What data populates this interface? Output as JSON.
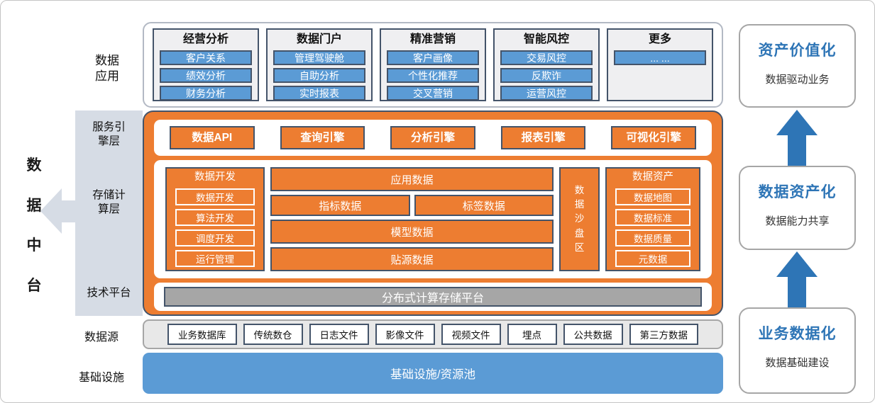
{
  "left_rail": {
    "vertical_title": "数据中台",
    "vertical_title_chars": [
      "数",
      "据",
      "中",
      "台"
    ],
    "data_app_label": {
      "line1": "数据",
      "line2": "应用"
    },
    "service_layer_label": {
      "line1": "服务引",
      "line2": "擎层"
    },
    "storage_layer_label": {
      "line1": "存储计",
      "line2": "算层"
    },
    "tech_platform_label": "技术平台",
    "datasource_label": "数据源",
    "infrastructure_label": "基础设施"
  },
  "apps": {
    "columns": [
      {
        "title": "经营分析",
        "items": [
          "客户关系",
          "绩效分析",
          "财务分析"
        ]
      },
      {
        "title": "数据门户",
        "items": [
          "管理驾驶舱",
          "自助分析",
          "实时报表"
        ]
      },
      {
        "title": "精准营销",
        "items": [
          "客户画像",
          "个性化推荐",
          "交叉营销"
        ]
      },
      {
        "title": "智能风控",
        "items": [
          "交易风控",
          "反欺诈",
          "运营风控"
        ]
      },
      {
        "title": "更多",
        "items": [
          "... ..."
        ]
      }
    ]
  },
  "engines": [
    "数据API",
    "查询引擎",
    "分析引擎",
    "报表引擎",
    "可视化引擎"
  ],
  "storage": {
    "dev_column": {
      "title": "数据开发",
      "items": [
        "数据开发",
        "算法开发",
        "调度开发",
        "运行管理"
      ]
    },
    "data_blocks": {
      "application": "应用数据",
      "indicator": "指标数据",
      "tag": "标签数据",
      "model": "模型数据",
      "source": "贴源数据"
    },
    "sandbox": "数据沙盘区",
    "asset_column": {
      "title": "数据资产",
      "items": [
        "数据地图",
        "数据标准",
        "数据质量",
        "元数据"
      ]
    }
  },
  "platform_bar": "分布式计算存储平台",
  "datasources": [
    "业务数据库",
    "传统数仓",
    "日志文件",
    "影像文件",
    "视频文件",
    "埋点",
    "公共数据",
    "第三方数据"
  ],
  "infra_bar": "基础设施/资源池",
  "value_chain": [
    {
      "title": "资产价值化",
      "subtitle": "数据驱动业务"
    },
    {
      "title": "数据资产化",
      "subtitle": "数据能力共享"
    },
    {
      "title": "业务数据化",
      "subtitle": "数据基础建设"
    }
  ],
  "colors": {
    "orange": "#ed7d31",
    "steel_blue": "#5b9bd5",
    "dark_border": "#44546a",
    "panel_gray": "#d6dce5",
    "bar_gray": "#a6a6a6",
    "arrow_blue": "#2e75b6",
    "chain_title_blue": "#2e75b6"
  }
}
